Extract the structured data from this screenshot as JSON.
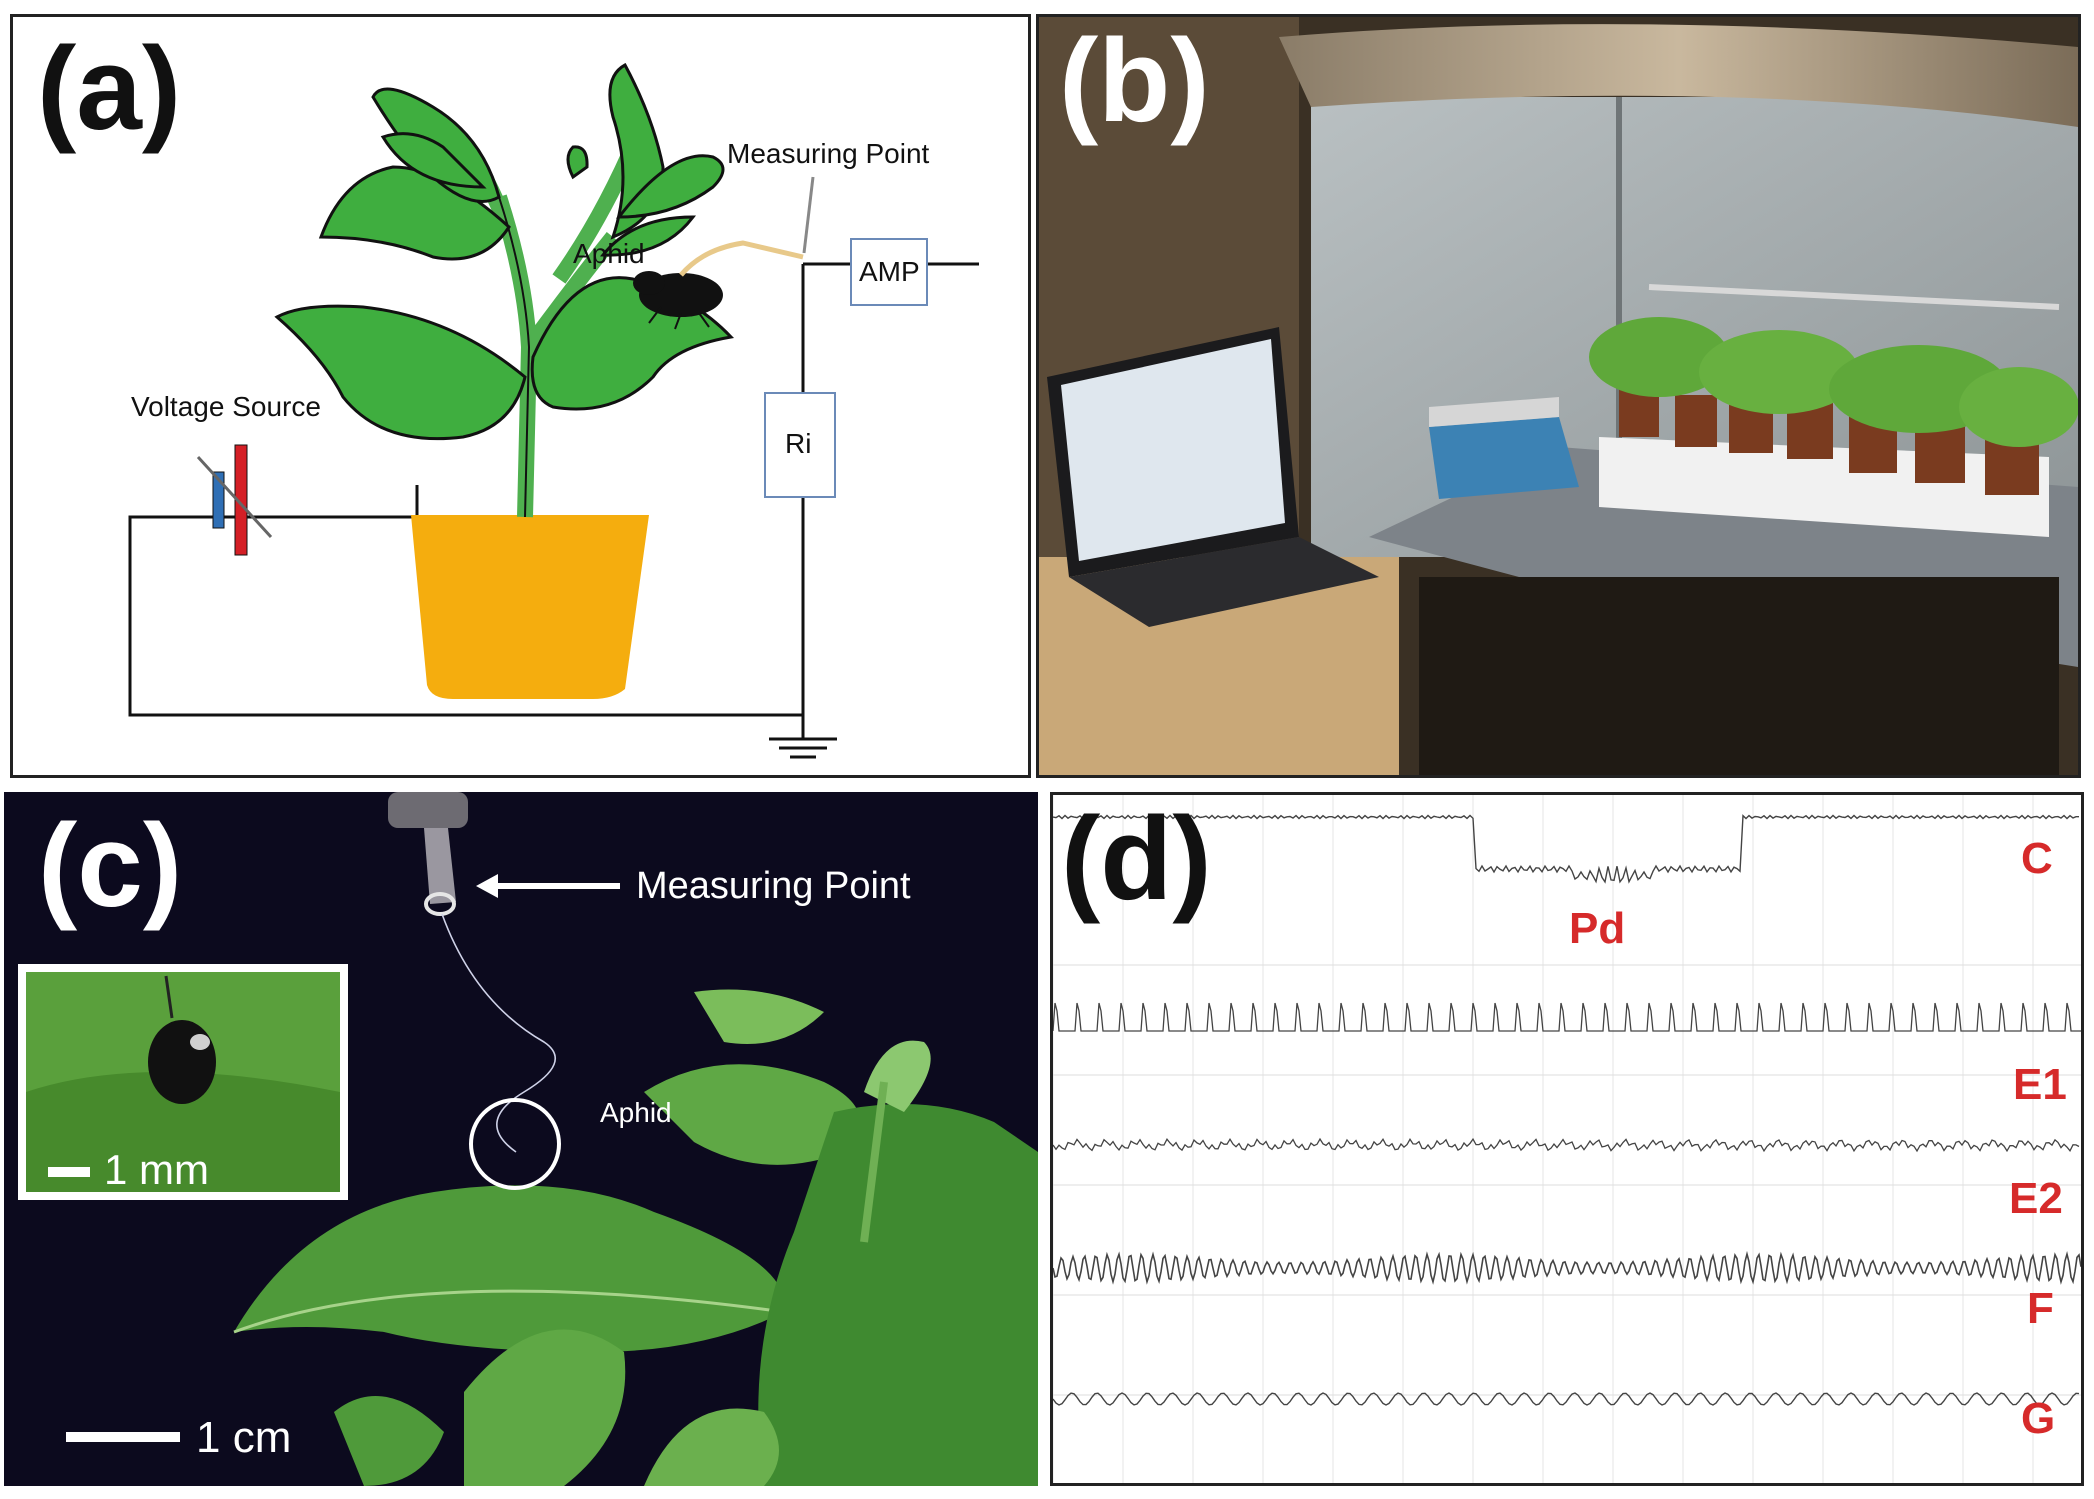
{
  "panel_a": {
    "letter": "(a)",
    "labels": {
      "measuring_point": "Measuring Point",
      "aphid": "Aphid",
      "amp": "AMP",
      "ri": "Ri",
      "voltage_source": "Voltage Source"
    },
    "colors": {
      "leaf": "#3fae3f",
      "pot": "#f5ad0e",
      "wire": "#e8c98a",
      "battery_pos": "#d41f26",
      "battery_neg": "#2f6fb5"
    }
  },
  "panel_b": {
    "letter": "(b)"
  },
  "panel_c": {
    "letter": "(c)",
    "labels": {
      "measuring_point": "Measuring Point",
      "aphid": "Aphid"
    },
    "scale_inset": "1 mm",
    "scale_main": "1 cm"
  },
  "panel_d": {
    "letter": "(d)",
    "traces": [
      "C",
      "Pd",
      "E1",
      "E2",
      "F",
      "G"
    ],
    "trace_color": "#d62a2a"
  }
}
